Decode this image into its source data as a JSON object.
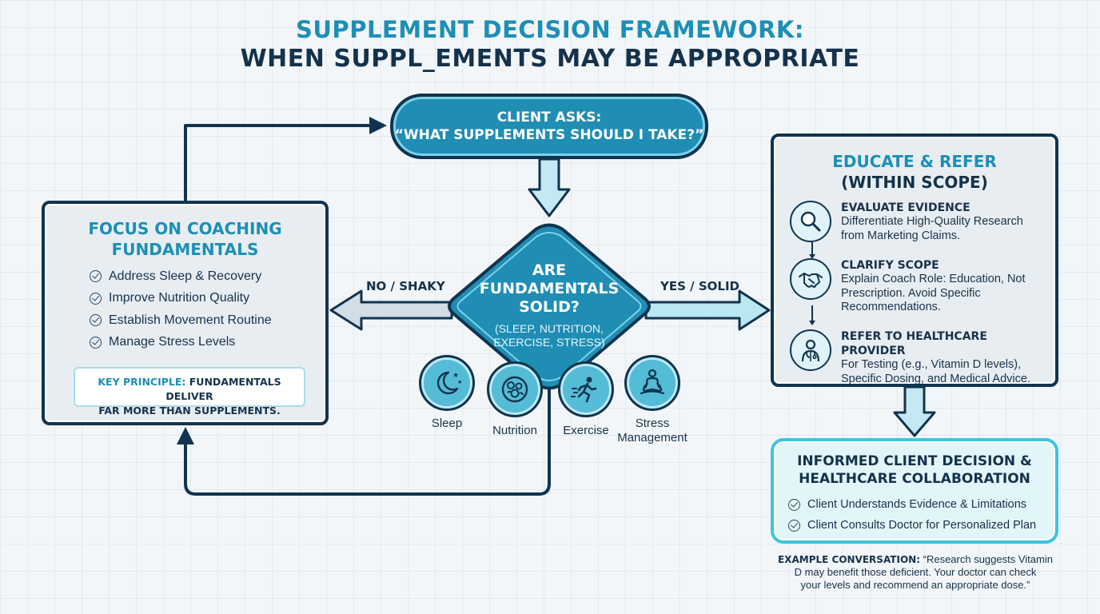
{
  "title": {
    "line1": "SUPPLEMENT DECISION FRAMEWORK:",
    "line2": "WHEN SUPPL_EMENTS MAY BE APPROPRIATE"
  },
  "start": {
    "line1": "CLIENT ASKS:",
    "line2": "“WHAT SUPPLEMENTS SHOULD I TAKE?”"
  },
  "decision": {
    "question": "ARE FUNDAMENTALS SOLID?",
    "detail": "(SLEEP, NUTRITION, EXERCISE, STRESS)",
    "no_label": "NO / SHAKY",
    "yes_label": "YES / SOLID"
  },
  "fundamentals": [
    {
      "label": "Sleep",
      "icon": "moon-stars-icon"
    },
    {
      "label": "Nutrition",
      "icon": "food-bowl-icon"
    },
    {
      "label": "Exercise",
      "icon": "running-person-icon"
    },
    {
      "label": "Stress Management",
      "icon": "meditation-icon"
    }
  ],
  "coaching": {
    "title_line1": "FOCUS ON COACHING",
    "title_line2": "FUNDAMENTALS",
    "items": [
      "Address Sleep & Recovery",
      "Improve Nutrition Quality",
      "Establish Movement Routine",
      "Manage Stress Levels"
    ],
    "principle_lead": "KEY PRINCIPLE:",
    "principle_rest": "FUNDAMENTALS DELIVER",
    "principle_line2": "FAR MORE THAN SUPPLEMENTS."
  },
  "educate": {
    "title_line1": "EDUCATE & REFER",
    "title_line2": "(WITHIN SCOPE)",
    "steps": [
      {
        "icon": "magnifier-icon",
        "heading": "EVALUATE EVIDENCE",
        "line1": "Differentiate High-Quality Research",
        "line2": "from Marketing Claims.",
        "line3": ""
      },
      {
        "icon": "handshake-icon",
        "heading": "CLARIFY SCOPE",
        "line1": "Explain Coach Role: Education, Not",
        "line2": "Prescription. Avoid Specific",
        "line3": "Recommendations."
      },
      {
        "icon": "doctor-icon",
        "heading": "REFER TO HEALTHCARE PROVIDER",
        "line1": "For Testing (e.g., Vitamin D levels),",
        "line2": "Specific Dosing, and Medical Advice.",
        "line3": ""
      }
    ]
  },
  "outcome": {
    "title_line1": "INFORMED CLIENT DECISION &",
    "title_line2": "HEALTHCARE COLLABORATION",
    "items": [
      "Client Understands Evidence & Limitations",
      "Client Consults Doctor for Personalized Plan"
    ]
  },
  "example": {
    "lead": "EXAMPLE CONVERSATION:",
    "line1": "“Research suggests Vitamin",
    "line2": "D may benefit those deficient. Your doctor can check",
    "line3": "your levels and recommend an appropriate dose.”"
  },
  "colors": {
    "navy": "#10344f",
    "teal": "#1f8db4",
    "accent": "#1c8fb5",
    "light_teal": "#54bcd6",
    "cyan_border": "#3fc4dd",
    "panel_fill": "#e8edf2"
  }
}
